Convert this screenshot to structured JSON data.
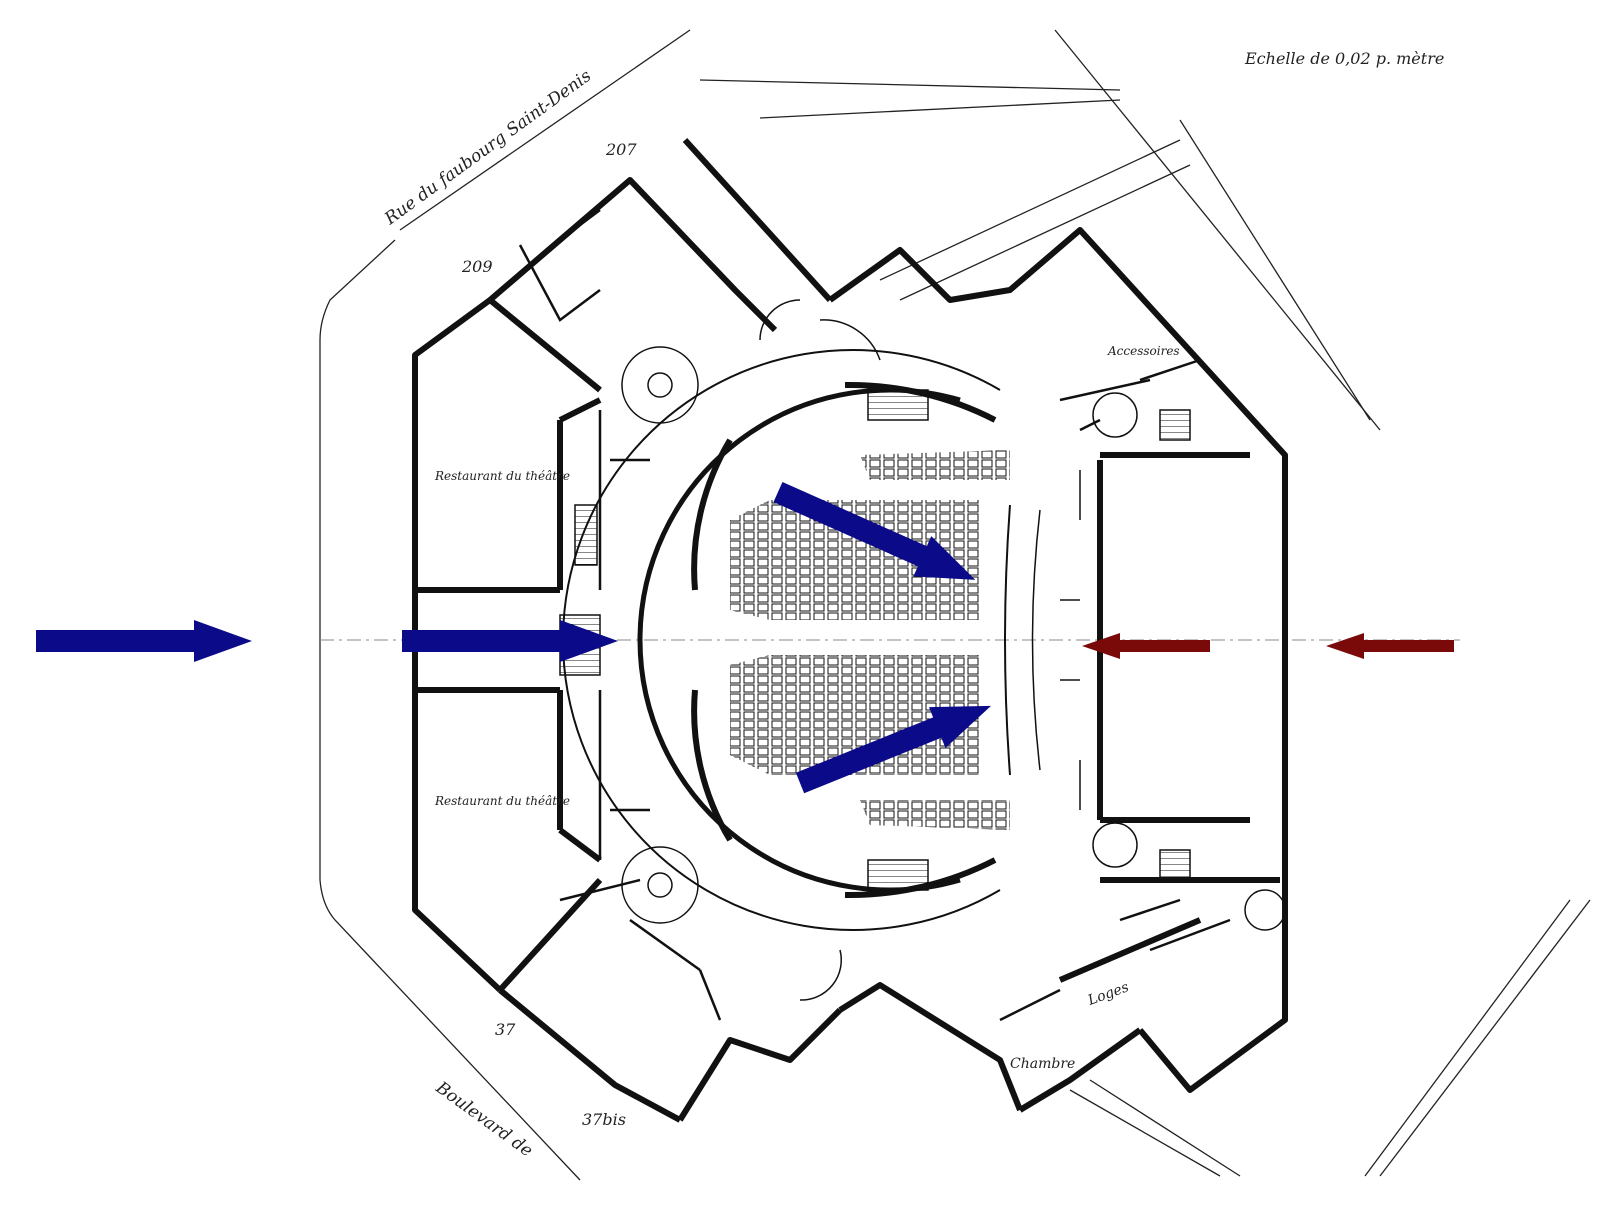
{
  "scale_label": "Echelle de 0,02 p. mètre",
  "streets": {
    "north": "Rue du faubourg Saint-Denis",
    "south": "Boulevard de"
  },
  "street_numbers": [
    "207",
    "209",
    "37",
    "37bis"
  ],
  "room_labels": {
    "restaurant_top": "Restaurant du théâtre",
    "restaurant_bottom": "Restaurant du théâtre",
    "accessoires": "Accessoires",
    "loges": "Loges",
    "chambre": "Chambre"
  },
  "colors": {
    "ink": "#111111",
    "paper": "#ffffff",
    "audience_arrow": "#0b0b8a",
    "stage_arrow": "#7a0a0a",
    "axis": "#888888"
  },
  "arrows": [
    {
      "name": "audience-entry-arrow",
      "color": "audience_arrow",
      "direction": "right"
    },
    {
      "name": "audience-foyer-arrow",
      "color": "audience_arrow",
      "direction": "right"
    },
    {
      "name": "audience-upper-arrow",
      "color": "audience_arrow",
      "direction": "down-right"
    },
    {
      "name": "audience-lower-arrow",
      "color": "audience_arrow",
      "direction": "up-right"
    },
    {
      "name": "stage-arrow-inner",
      "color": "stage_arrow",
      "direction": "left"
    },
    {
      "name": "stage-arrow-outer",
      "color": "stage_arrow",
      "direction": "left"
    }
  ]
}
